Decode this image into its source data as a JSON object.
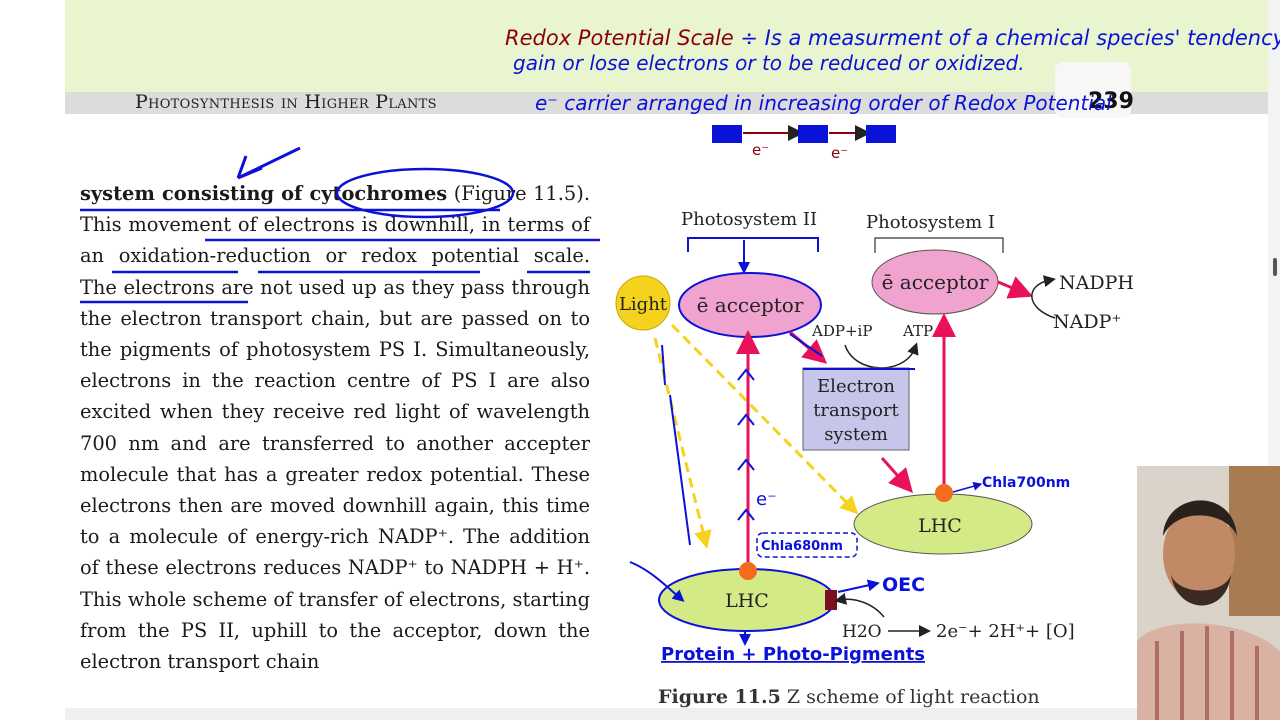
{
  "header": {
    "running_title": "Photosynthesis in Higher Plants",
    "page_number": "239"
  },
  "annotations": {
    "line1_title": "Redox Potential Scale",
    "line1_rest": " ÷ Is a measurment of a chemical species' tendency to",
    "line2": "gain or lose electrons or to be reduced or oxidized.",
    "line3": "e⁻ carrier arranged in increasing order of Redox Potential",
    "chain_label_1": "e⁻",
    "chain_label_2": "e⁻",
    "chl_680": "Chla680nm",
    "chl_700": "Chla700nm",
    "e_label": "e⁻",
    "oec": "OEC",
    "protein": "Protein + Photo-Pigments"
  },
  "body": {
    "s1_bold": "system consisting of cytochromes",
    "s1_rest": " (Figure 11.5). This movement of electrons is downhill, in terms of an oxidation-reduction or redox potential scale. The electrons are not used up as they pass through the electron transport chain, but are passed on to the pigments of photosystem PS I. Simultaneously, electrons in the reaction centre of PS I are also excited when they receive red light of wavelength 700 nm and are transferred to another accepter molecule that has a greater redox potential. These electrons then are moved downhill again, this time to a molecule of energy-rich NADP⁺. The addition of these electrons reduces NADP⁺ to NADPH + H⁺. This whole scheme of transfer of electrons, starting from the PS II, uphill to the acceptor, down the electron transport chain"
  },
  "diagram": {
    "ps2_label": "Photosystem II",
    "ps1_label": "Photosystem I",
    "light": "Light",
    "acceptor2": "ē acceptor",
    "acceptor1": "ē acceptor",
    "adp": "ADP+iP",
    "atp": "ATP",
    "nadph": "NADPH",
    "nadp": "NADP⁺",
    "ets_line1": "Electron",
    "ets_line2": "transport",
    "ets_line3": "system",
    "lhc2": "LHC",
    "lhc1": "LHC",
    "water": "H2O",
    "products": "2e⁻+ 2H⁺+ [O]"
  },
  "caption": {
    "figure": "Figure 11.5",
    "text": " Z scheme of light reaction"
  },
  "colors": {
    "ink_blue": "#0b12d8",
    "ink_dark_red": "#8a0010",
    "arrow_red": "#e8115a",
    "light_yellow": "#f5d21d",
    "acceptor_pink": "#f0a3cf",
    "lhc_green": "#d3ea87",
    "ets_purple": "#c8c5ea"
  }
}
